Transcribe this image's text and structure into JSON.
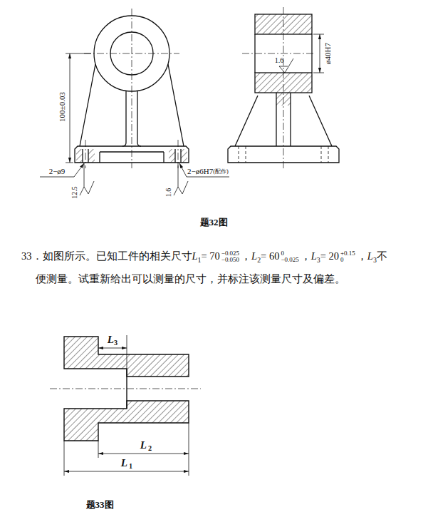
{
  "diagram": {
    "labels": [
      "100±0.03",
      "ø40H7",
      "1.6",
      "2−ø9",
      "2−ø6H7",
      "(配作)",
      "12.5",
      "1.6",
      "题32图",
      "33．如图所示。已知工件的相关尺寸",
      "L",
      "1",
      "= 70",
      "−0.025",
      "−0.050",
      "，",
      "L",
      "2",
      "= 60",
      "0",
      "−0.025",
      "，",
      "L",
      "3",
      "= 20",
      "+0.15",
      "0",
      "，",
      "L",
      "3",
      "不",
      "便测量。试重新给出可以测量的尺寸，并标注该测量尺寸及偏差。",
      "L",
      "3",
      "L",
      "2",
      "L",
      "1",
      "题33图"
    ]
  }
}
